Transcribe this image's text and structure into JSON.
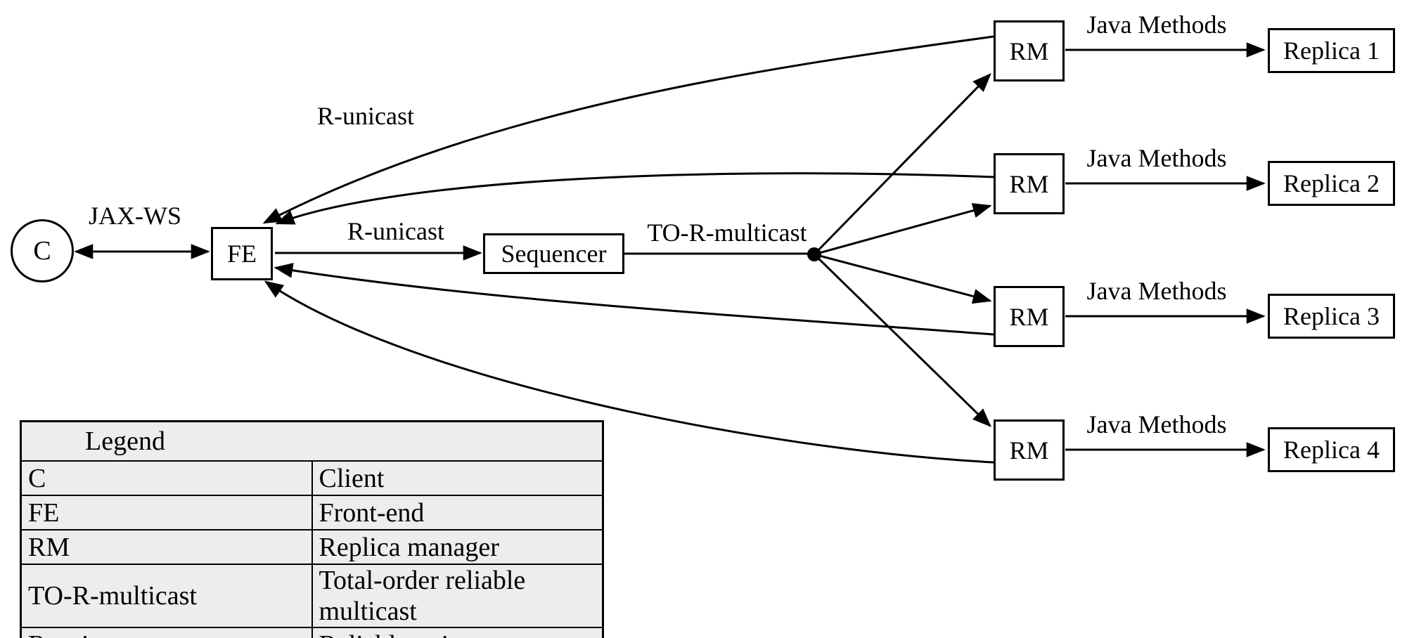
{
  "diagram": {
    "client_label": "C",
    "frontend_label": "FE",
    "sequencer_label": "Sequencer",
    "rm_label": "RM",
    "replica_labels": [
      "Replica 1",
      "Replica 2",
      "Replica 3",
      "Replica 4"
    ],
    "edge_labels": {
      "jax_ws": "JAX-WS",
      "r_unicast_reply": "R-unicast",
      "r_unicast_request": "R-unicast",
      "to_r_multicast": "TO-R-multicast",
      "java_methods": "Java Methods"
    }
  },
  "legend": {
    "title": "Legend",
    "rows": [
      {
        "abbr": "C",
        "meaning": "Client"
      },
      {
        "abbr": "FE",
        "meaning": "Front-end"
      },
      {
        "abbr": "RM",
        "meaning": "Replica manager"
      },
      {
        "abbr": "TO-R-multicast",
        "meaning": "Total-order reliable multicast"
      },
      {
        "abbr": "R-unicast",
        "meaning": "Reliable unicast"
      }
    ]
  },
  "colors": {
    "line": "#000000",
    "node_fill": "#ffffff",
    "legend_fill": "#ededed"
  }
}
